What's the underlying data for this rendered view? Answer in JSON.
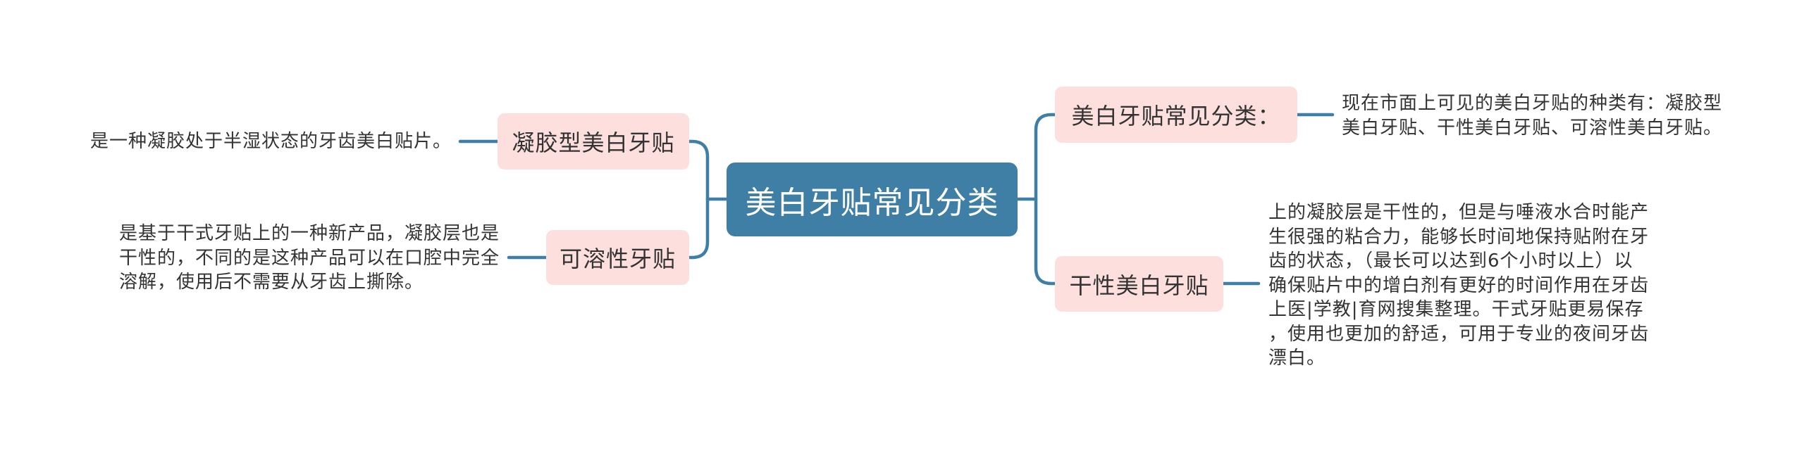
{
  "root": {
    "label": "美白牙贴常见分类"
  },
  "branches": {
    "right_top": {
      "label": "美白牙贴常见分类：",
      "detail_lines": [
        "现在市面上可见的美白牙贴的种类有：凝胶型",
        "美白牙贴、干性美白牙贴、可溶性美白牙贴。"
      ]
    },
    "right_bottom": {
      "label": "干性美白牙贴",
      "detail_lines": [
        "上的凝胶层是干性的，但是与唾液水合时能产",
        "生很强的粘合力，能够长时间地保持贴附在牙",
        "齿的状态，（最长可以达到6个小时以上）以",
        "确保贴片中的增白剂有更好的时间作用在牙齿",
        "上医|学教|育网搜集整理。干式牙贴更易保存",
        "，使用也更加的舒适，可用于专业的夜间牙齿",
        "漂白。"
      ]
    },
    "left_top": {
      "label": "凝胶型美白牙贴",
      "detail_lines": [
        "是一种凝胶处于半湿状态的牙齿美白贴片。"
      ]
    },
    "left_bottom": {
      "label": "可溶性牙贴",
      "detail_lines": [
        "是基于干式牙贴上的一种新产品，凝胶层也是",
        "干性的，不同的是这种产品可以在口腔中完全",
        "溶解，使用后不需要从牙齿上撕除。"
      ]
    }
  },
  "colors": {
    "background": "#ffffff",
    "root_fill": "#3f7fa6",
    "root_text": "#ffffff",
    "branch_fill": "#fde0de",
    "connector": "#3f7fa6",
    "text": "#333333"
  }
}
